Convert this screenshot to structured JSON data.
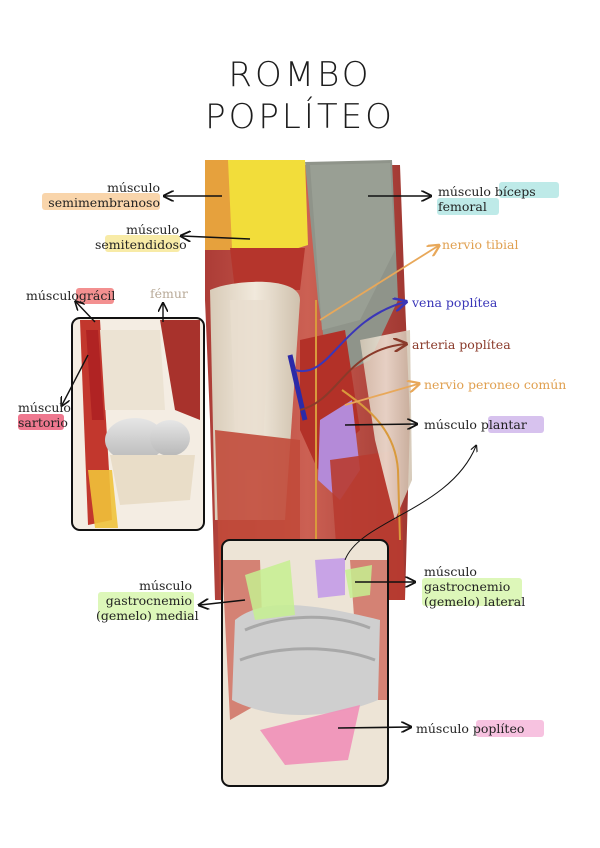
{
  "title_line1": "ROMBO",
  "title_line2": "POPLÍTEO",
  "labels": {
    "semimembranoso_a": "músculo",
    "semimembranoso_b": "semimembranoso",
    "semitendinoso_a": "músculo",
    "semitendinoso_b": "semitendidoso",
    "gracil_a": "músculo",
    "gracil_b": "grácil",
    "femur": "fémur",
    "sartorio_a": "músculo",
    "sartorio_b": "sartorio",
    "biceps_a": "músculo",
    "biceps_b": "bíceps",
    "biceps_c": "femoral",
    "nervio_tibial": "nervio tibial",
    "vena_poplitea": "vena poplítea",
    "arteria_poplitea": "arteria poplítea",
    "nervio_peroneo": "nervio peroneo común",
    "plantar_a": "músculo",
    "plantar_b": "plantar",
    "gastro_medial_a": "músculo",
    "gastro_medial_b": "gastrocnemio",
    "gastro_medial_c": "(gemelo) medial",
    "gastro_lateral_a": "músculo",
    "gastro_lateral_b": "gastrocnemio",
    "gastro_lateral_c": "(gemelo) lateral",
    "popliteo_a": "músculo",
    "popliteo_b": "poplíteo"
  },
  "colors": {
    "semimembranoso": "#f7c78f",
    "semitendinoso": "#f6e48a",
    "gracil": "#ef6b6b",
    "sartorio": "#e94b6a",
    "biceps": "#a8e3e0",
    "nervio_tibial": "#e8a85a",
    "vena": "#3a36b8",
    "arteria": "#8a3a2a",
    "nervio_peroneo": "#e8a85a",
    "plantar": "#c9aee8",
    "gastrocnemio": "#d4f5a8",
    "popliteo": "#f5b3d8"
  }
}
